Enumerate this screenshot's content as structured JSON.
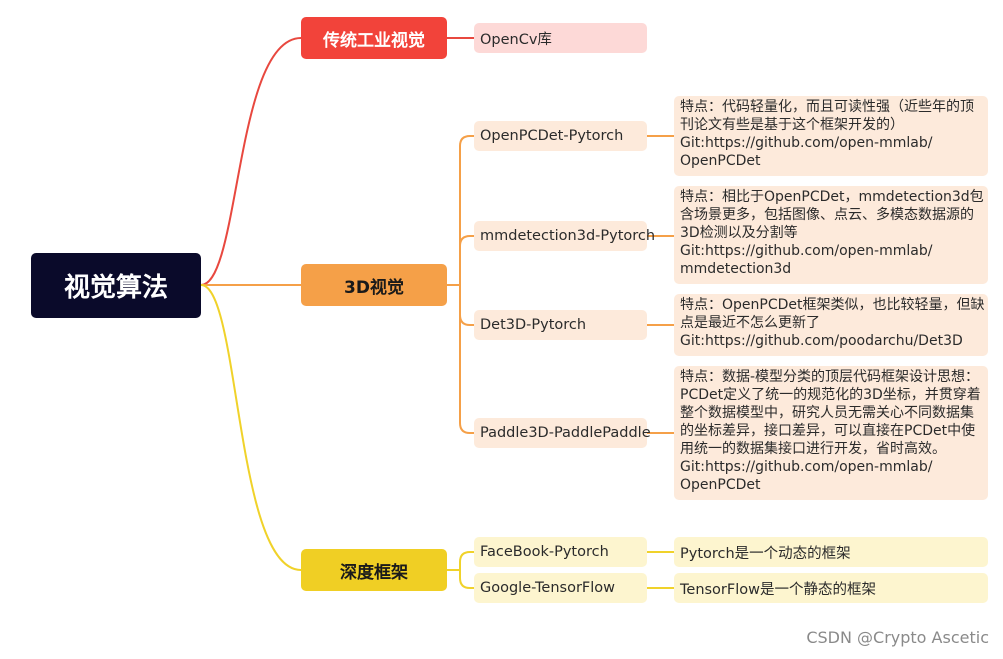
{
  "root": {
    "label": "视觉算法"
  },
  "branches": [
    {
      "label": "传统工业视觉",
      "color": "#f2433a",
      "items": [
        {
          "label": "OpenCv库",
          "note": []
        }
      ]
    },
    {
      "label": "3D视觉",
      "color": "#f5a048",
      "items": [
        {
          "label": "OpenPCDet-Pytorch",
          "note": [
            "特点：代码轻量化，而且可读性强（近些年的顶",
            "刊论文有些是基于这个框架开发的）",
            "Git:https://github.com/open-mmlab/",
            "OpenPCDet"
          ]
        },
        {
          "label": "mmdetection3d-Pytorch",
          "note": [
            "特点：相比于OpenPCDet，mmdetection3d包",
            "含场景更多，包括图像、点云、多模态数据源的",
            "3D检测以及分割等",
            "Git:https://github.com/open-mmlab/",
            "mmdetection3d"
          ]
        },
        {
          "label": "Det3D-Pytorch",
          "note": [
            "特点：OpenPCDet框架类似，也比较轻量，但缺",
            "点是最近不怎么更新了",
            "Git:https://github.com/poodarchu/Det3D"
          ]
        },
        {
          "label": "Paddle3D-PaddlePaddle",
          "note": [
            "特点：数据-模型分类的顶层代码框架设计思想：",
            "PCDet定义了统一的规范化的3D坐标，并贯穿着",
            "整个数据模型中，研究人员无需关心不同数据集",
            "的坐标差异，接口差异，可以直接在PCDet中使",
            "用统一的数据集接口进行开发，省时高效。",
            "Git:https://github.com/open-mmlab/",
            "OpenPCDet"
          ]
        }
      ]
    },
    {
      "label": "深度框架",
      "color": "#f0cf24",
      "items": [
        {
          "label": "FaceBook-Pytorch",
          "note": [
            "Pytorch是一个动态的框架"
          ]
        },
        {
          "label": "Google-TensorFlow",
          "note": [
            "TensorFlow是一个静态的框架"
          ]
        }
      ]
    }
  ],
  "colors": {
    "root_bg": "#0a0a2a",
    "red_branch": "#f2433a",
    "red_leaf_bg": "#fdd9d7",
    "orange_branch": "#f5a048",
    "orange_leaf_bg": "#fdeadb",
    "yellow_branch": "#f0cf24",
    "yellow_leaf_bg": "#fdf5cf",
    "red_line": "#e8483f",
    "orange_line": "#f5a048",
    "yellow_line": "#f0d22a"
  },
  "watermark": "CSDN @Crypto Ascetic"
}
